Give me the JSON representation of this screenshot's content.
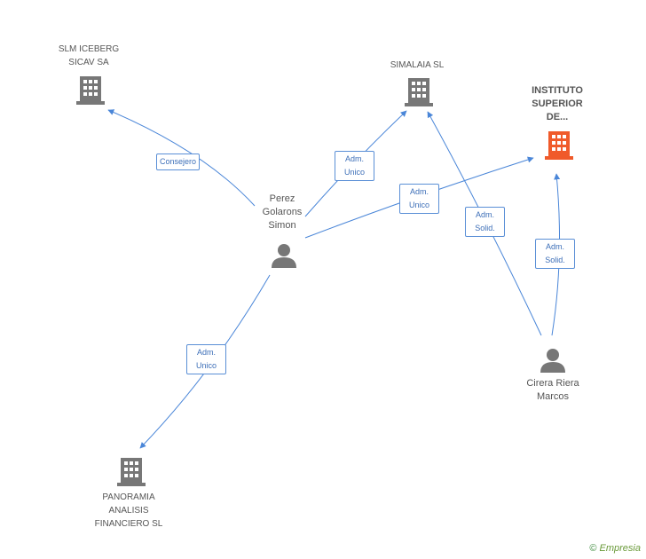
{
  "nodes": {
    "slm_iceberg": {
      "name_line1": "SLM ICEBERG",
      "name_line2": "SICAV SA"
    },
    "simalaia": {
      "name": "SIMALAIA SL"
    },
    "instituto": {
      "name_line1": "INSTITUTO",
      "name_line2": "SUPERIOR",
      "name_line3": "DE..."
    },
    "perez": {
      "name_line1": "Perez",
      "name_line2": "Golarons",
      "name_line3": "Simon"
    },
    "cirera": {
      "name_line1": "Cirera Riera",
      "name_line2": "Marcos"
    },
    "panoramia": {
      "name_line1": "PANORAMIA",
      "name_line2": "ANALISIS",
      "name_line3": "FINANCIERO  SL"
    }
  },
  "edges": {
    "consejero": {
      "line1": "Consejero"
    },
    "adm_unico_simalaia": {
      "line1": "Adm.",
      "line2": "Unico"
    },
    "adm_unico_instituto": {
      "line1": "Adm.",
      "line2": "Unico"
    },
    "adm_solid_simalaia": {
      "line1": "Adm.",
      "line2": "Solid."
    },
    "adm_solid_instituto": {
      "line1": "Adm.",
      "line2": "Solid."
    },
    "adm_unico_panoramia": {
      "line1": "Adm.",
      "line2": "Unico"
    }
  },
  "footer": {
    "copyright": "©",
    "brand": "Empresia"
  },
  "colors": {
    "edge": "#4a86d8",
    "company_icon": "#777777",
    "highlight_icon": "#f05a2a",
    "person_icon": "#777777"
  }
}
